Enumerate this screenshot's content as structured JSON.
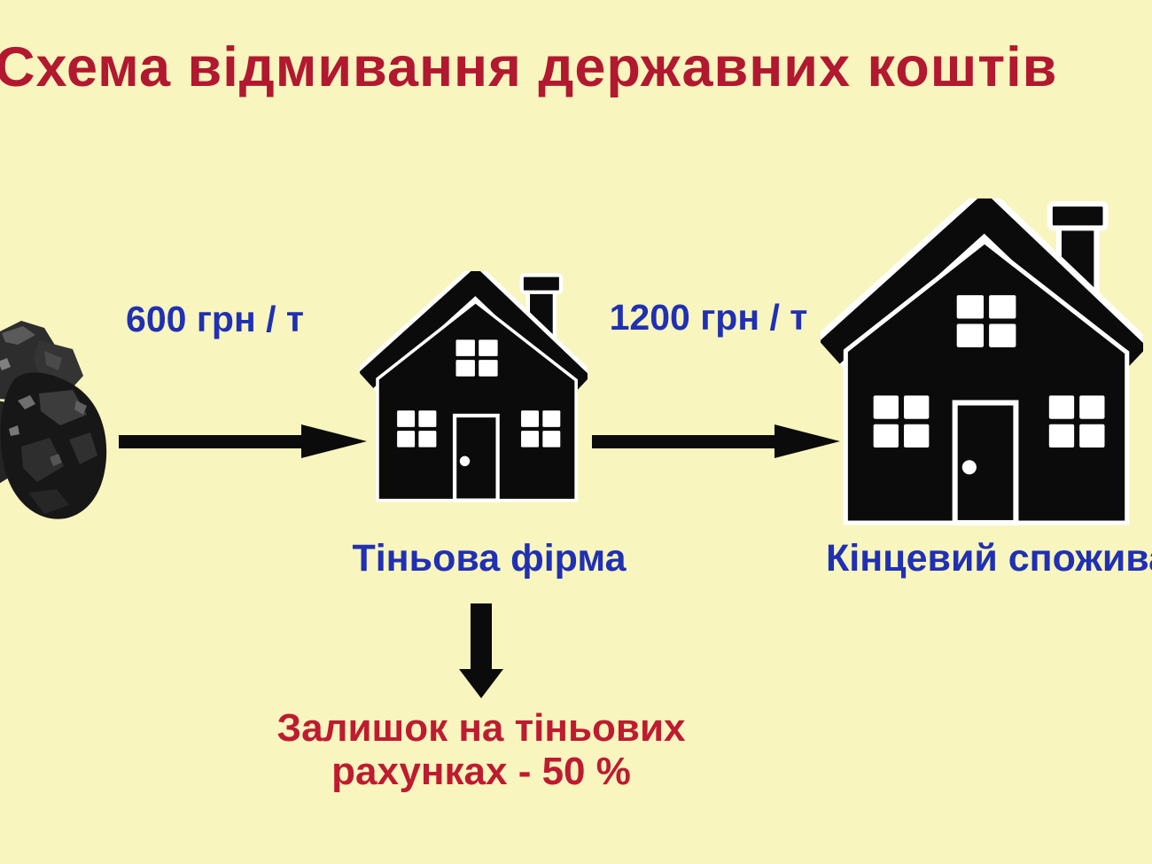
{
  "title": "Схема відмивання державних коштів",
  "flow": {
    "source_icon": "coal-image",
    "price_first": "600 грн / т",
    "price_second": "1200 грн / т",
    "node_shadow_firm": "Тіньова фірма",
    "node_final_consumer": "Кінцевий споживач",
    "note_line1": "Залишок на тіньових",
    "note_line2": "рахунках - 50 %"
  },
  "icons": {
    "coal": "coal-image",
    "house_small": "house-icon",
    "house_large": "house-icon",
    "arrow_right": "arrow-right-icon",
    "arrow_down": "arrow-down-icon"
  },
  "colors": {
    "background": "#F8F5BE",
    "title_red": "#B2182F",
    "note_red": "#BE1B31",
    "label_blue": "#2030B4",
    "shape_black": "#0B0B0B"
  }
}
